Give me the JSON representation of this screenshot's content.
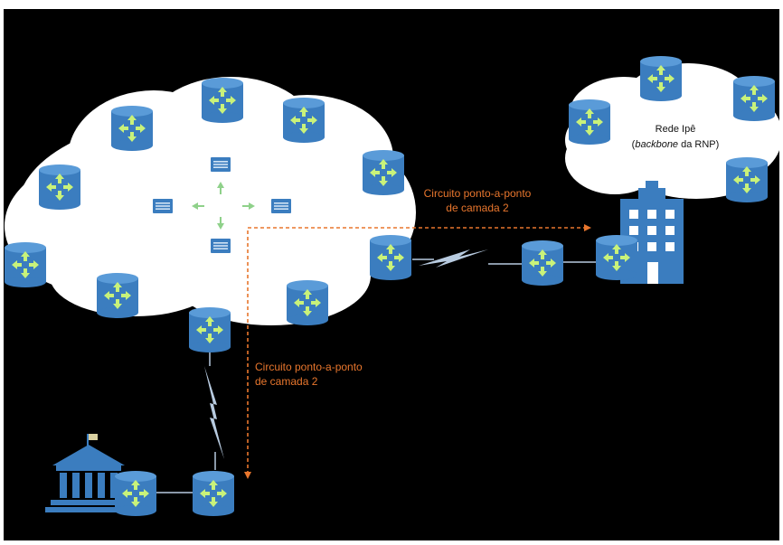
{
  "labels": {
    "circuit_top_line1": "Circuito ponto-a-ponto",
    "circuit_top_line2": "de camada 2",
    "circuit_bottom_line1": "Circuito ponto-a-ponto",
    "circuit_bottom_line2": "de camada 2",
    "rede_ipe_line1": "Rede Ipê",
    "rede_ipe_line2_italic": "backbone",
    "rede_ipe_line2_rest": " da RNP)"
  },
  "colors": {
    "background": "#000000",
    "cloud": "#ffffff",
    "router_body": "#3b7dbf",
    "router_top": "#5a9bd8",
    "router_arrows": "#c9f27a",
    "switch_green": "#8fd18a",
    "circuit_orange": "#e8762d",
    "building": "#3b7dbf",
    "link_line": "#b8cbe0"
  },
  "icons": {
    "router": "router-icon",
    "switch": "switch-icon",
    "building": "building-icon",
    "institution": "institution-icon",
    "wireless": "lightning-link-icon"
  }
}
